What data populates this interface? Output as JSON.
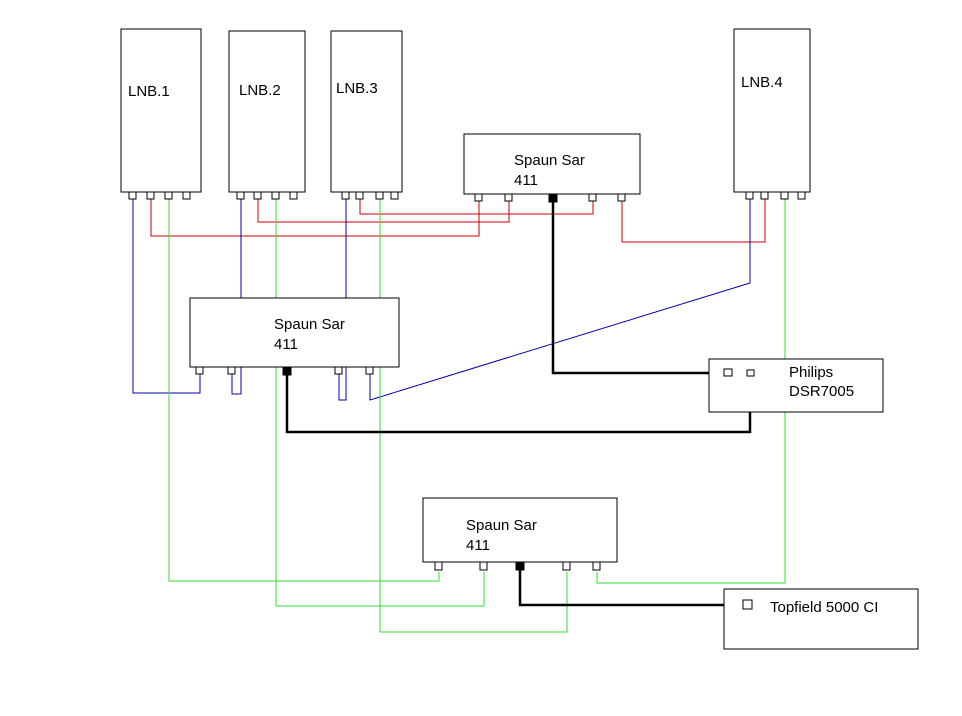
{
  "lnbs": {
    "lnb1": "LNB.1",
    "lnb2": "LNB.2",
    "lnb3": "LNB.3",
    "lnb4": "LNB.4"
  },
  "switches": {
    "top": {
      "line1": "Spaun Sar",
      "line2": "411"
    },
    "middle": {
      "line1": "Spaun Sar",
      "line2": "411"
    },
    "bottom": {
      "line1": "Spaun Sar",
      "line2": "411"
    }
  },
  "receivers": {
    "philips": {
      "line1": "Philips",
      "line2": "DSR7005"
    },
    "topfield": {
      "line1": "Topfield 5000 CI"
    }
  },
  "colors": {
    "red_cable": "#cc0000",
    "blue_cable": "#0000aa",
    "green_cable": "#33dd33",
    "receiver_cable": "#000000"
  }
}
